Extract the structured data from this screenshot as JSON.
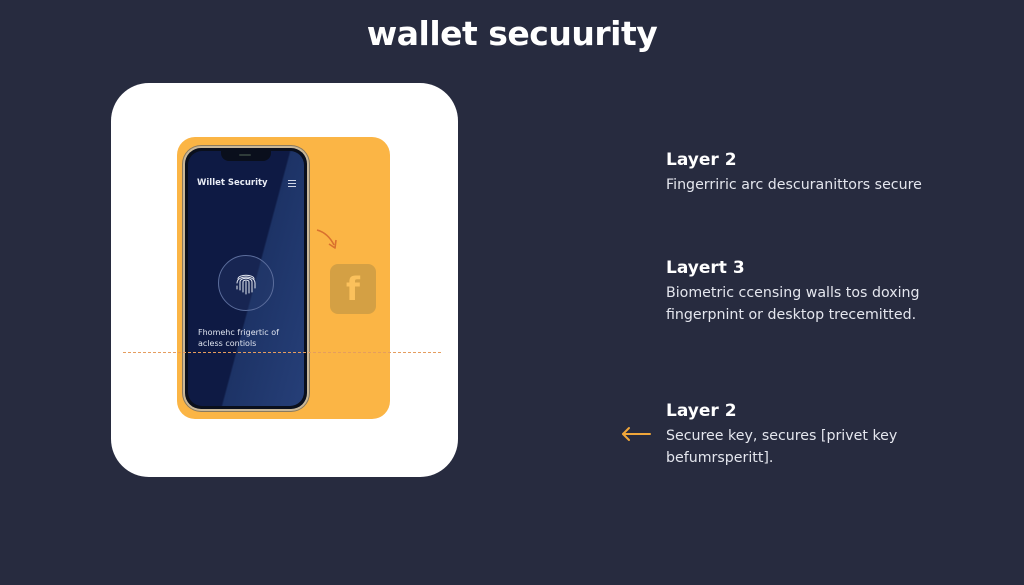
{
  "header": {
    "title": "wallet secuurity"
  },
  "illustration": {
    "phone": {
      "screen_title": "Willet Security",
      "menu_icon": "hamburger-menu-icon",
      "fingerprint_icon": "fingerprint-icon",
      "caption": "Fhomehc frigertic of acless contiols"
    },
    "side_tile": {
      "icon": "facebook-icon",
      "glyph": "f"
    },
    "arrow_icon": "curved-arrow-icon",
    "colors": {
      "card_bg": "#ffffff",
      "panel_bg": "#fbb545",
      "screen_bg": "#0e1a44",
      "tile_bg": "#d4a044",
      "dashed_line": "#e59d5e",
      "arrow": "#d9712e"
    }
  },
  "layers": [
    {
      "title": "Layer 2",
      "description": [
        "Fingerriric arc descuranittors secure"
      ]
    },
    {
      "title": "Layert 3",
      "description": [
        "Biometric ccensing walls tos doxing",
        "fingerpnint or desktop trecemitted."
      ]
    },
    {
      "title": "Layer 2",
      "description": [
        "Securee key, secures [privet key",
        "befumrsperitt]."
      ],
      "pointer_icon": "left-arrow-icon"
    }
  ],
  "colors": {
    "background": "#272b3f",
    "text": "#ffffff",
    "accent": "#f0a63a"
  }
}
